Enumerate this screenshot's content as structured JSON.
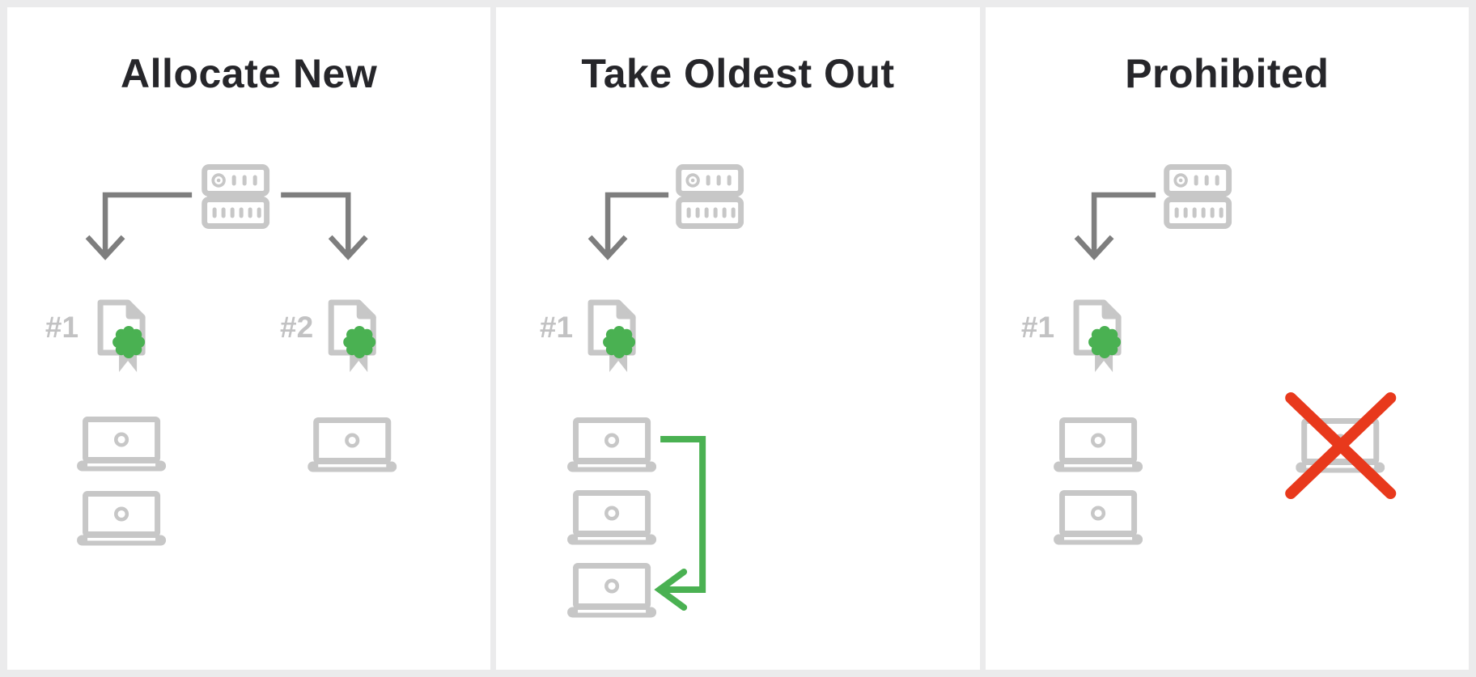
{
  "diagram": {
    "panels": [
      {
        "title": "Allocate New",
        "server": "license-server",
        "arrows": [
          "down-left",
          "down-right"
        ],
        "licenses": [
          {
            "label": "#1"
          },
          {
            "label": "#2"
          }
        ],
        "laptops_left_column": 2,
        "laptops_right_column": 1,
        "prohibited_mark": false,
        "recycle_arrow": false
      },
      {
        "title": "Take Oldest Out",
        "server": "license-server",
        "arrows": [
          "down-left"
        ],
        "licenses": [
          {
            "label": "#1"
          }
        ],
        "laptops_left_column": 3,
        "laptops_right_column": 0,
        "prohibited_mark": false,
        "recycle_arrow": true
      },
      {
        "title": "Prohibited",
        "server": "license-server",
        "arrows": [
          "down-left"
        ],
        "licenses": [
          {
            "label": "#1"
          }
        ],
        "laptops_left_column": 2,
        "laptops_right_column": 1,
        "prohibited_mark": true,
        "recycle_arrow": false
      }
    ],
    "icons": [
      "server-icon",
      "down-arrow-icon",
      "license-certificate-icon",
      "rosette-seal-icon",
      "ribbon-icon",
      "laptop-icon",
      "recycle-arrow-icon",
      "prohibited-x-icon"
    ]
  },
  "colors": {
    "page_bg": "#ebebec",
    "panel_bg": "#ffffff",
    "icon_gray": "#c7c7c7",
    "arrow_gray": "#7e7e7e",
    "label_gray": "#c2c2c3",
    "title_color": "#26262a",
    "green": "#4ab152",
    "red": "#e8391c"
  }
}
